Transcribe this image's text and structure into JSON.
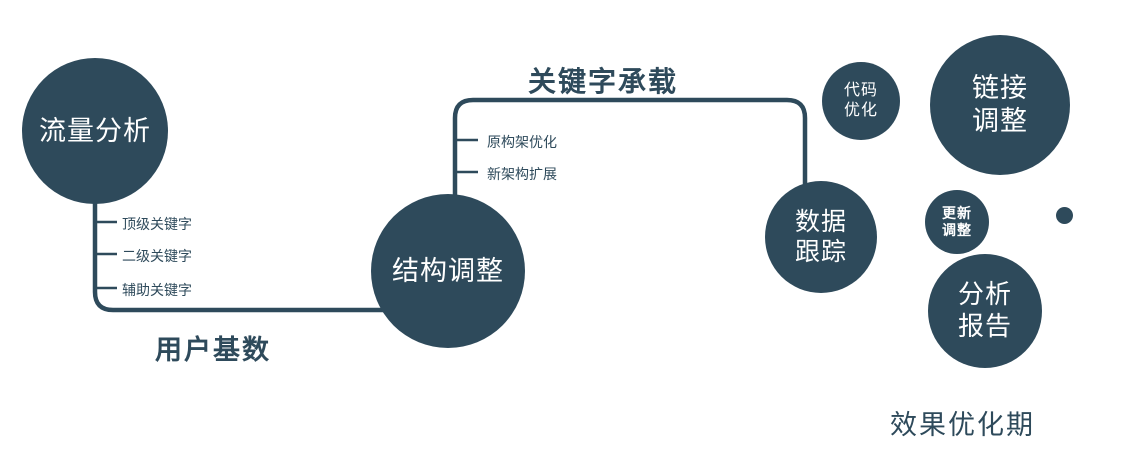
{
  "colors": {
    "primary": "#2e4a5b",
    "background": "#ffffff",
    "node_text": "#ffffff"
  },
  "nodes": {
    "traffic": {
      "label": "流量分析"
    },
    "structure": {
      "label": "结构调整"
    },
    "data_tracking": {
      "line1": "数据",
      "line2": "跟踪"
    },
    "code_optimization": {
      "line1": "代码",
      "line2": "优化"
    },
    "link_adjustment": {
      "line1": "链接",
      "line2": "调整"
    },
    "update_adjustment": {
      "line1": "更新",
      "line2": "调整"
    },
    "analysis_report": {
      "line1": "分析",
      "line2": "报告"
    }
  },
  "edge_labels": {
    "user_base": "用户基数",
    "keyword_carrying": "关键字承载",
    "effect_optimization": "效果优化期"
  },
  "branches": {
    "traffic": [
      "顶级关键字",
      "二级关键字",
      "辅助关键字"
    ],
    "structure": [
      "原构架优化",
      "新架构扩展"
    ]
  }
}
